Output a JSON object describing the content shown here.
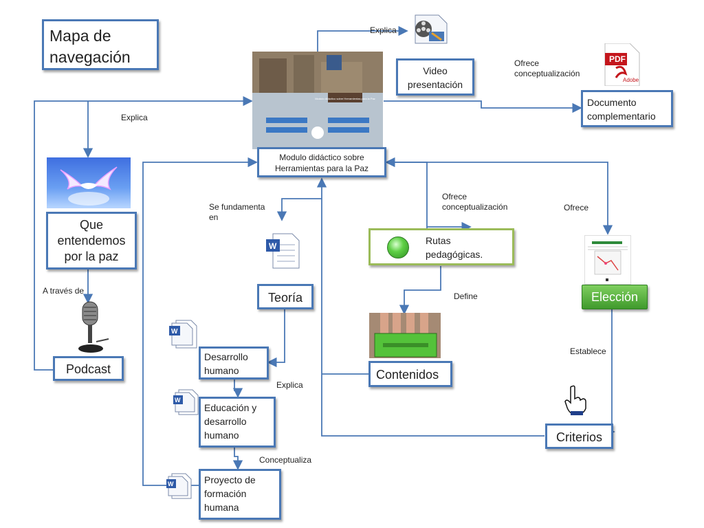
{
  "title": "Mapa de navegación",
  "nodes": {
    "central": "Modulo didáctico sobre Herramientas para la Paz",
    "video": "Video presentación",
    "documento": "Documento complementario",
    "que_entendemos": "Que entendemos por la paz",
    "podcast": "Podcast",
    "teoria": "Teoría",
    "desarrollo_humano": "Desarrollo humano",
    "educacion": "Educación y desarrollo humano",
    "proyecto": "Proyecto de formación humana",
    "rutas": "Rutas pedagógicas.",
    "contenidos": "Contenidos",
    "eleccion": "Elección",
    "criterios": "Criterios"
  },
  "edge_labels": {
    "explica_video": "Explica",
    "ofrece_conceptualizacion_doc": "Ofrece conceptualización",
    "explica_left": "Explica",
    "se_fundamenta": "Se fundamenta en",
    "ofrece_conceptualizacion_rutas": "Ofrece conceptualización",
    "ofrece": "Ofrece",
    "a_traves_de": "A través de",
    "define": "Define",
    "establece": "Establece",
    "explica_desarrollo": "Explica",
    "conceptualiza": "Conceptualiza"
  },
  "image_text": {
    "pdf_badge": "PDF",
    "pdf_brand": "Adobe",
    "banner_caption": "Modulo didáctico sobre Herramientas para la Paz"
  },
  "colors": {
    "box_border": "#4a78b5",
    "arrow": "#4a78b5",
    "green_border": "#9bbb59",
    "eleccion_fill": "#4fae3a"
  }
}
